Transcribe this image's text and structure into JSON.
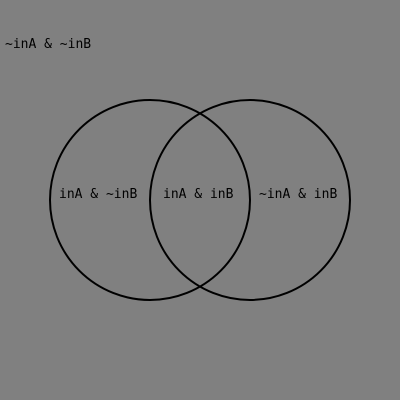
{
  "regions": {
    "outside": "~inA & ~inB",
    "a_only": "inA & ~inB",
    "both": "inA & inB",
    "b_only": "~inA & inB"
  },
  "colors": {
    "background": "#808080",
    "stroke": "#000000",
    "text": "#000000"
  }
}
